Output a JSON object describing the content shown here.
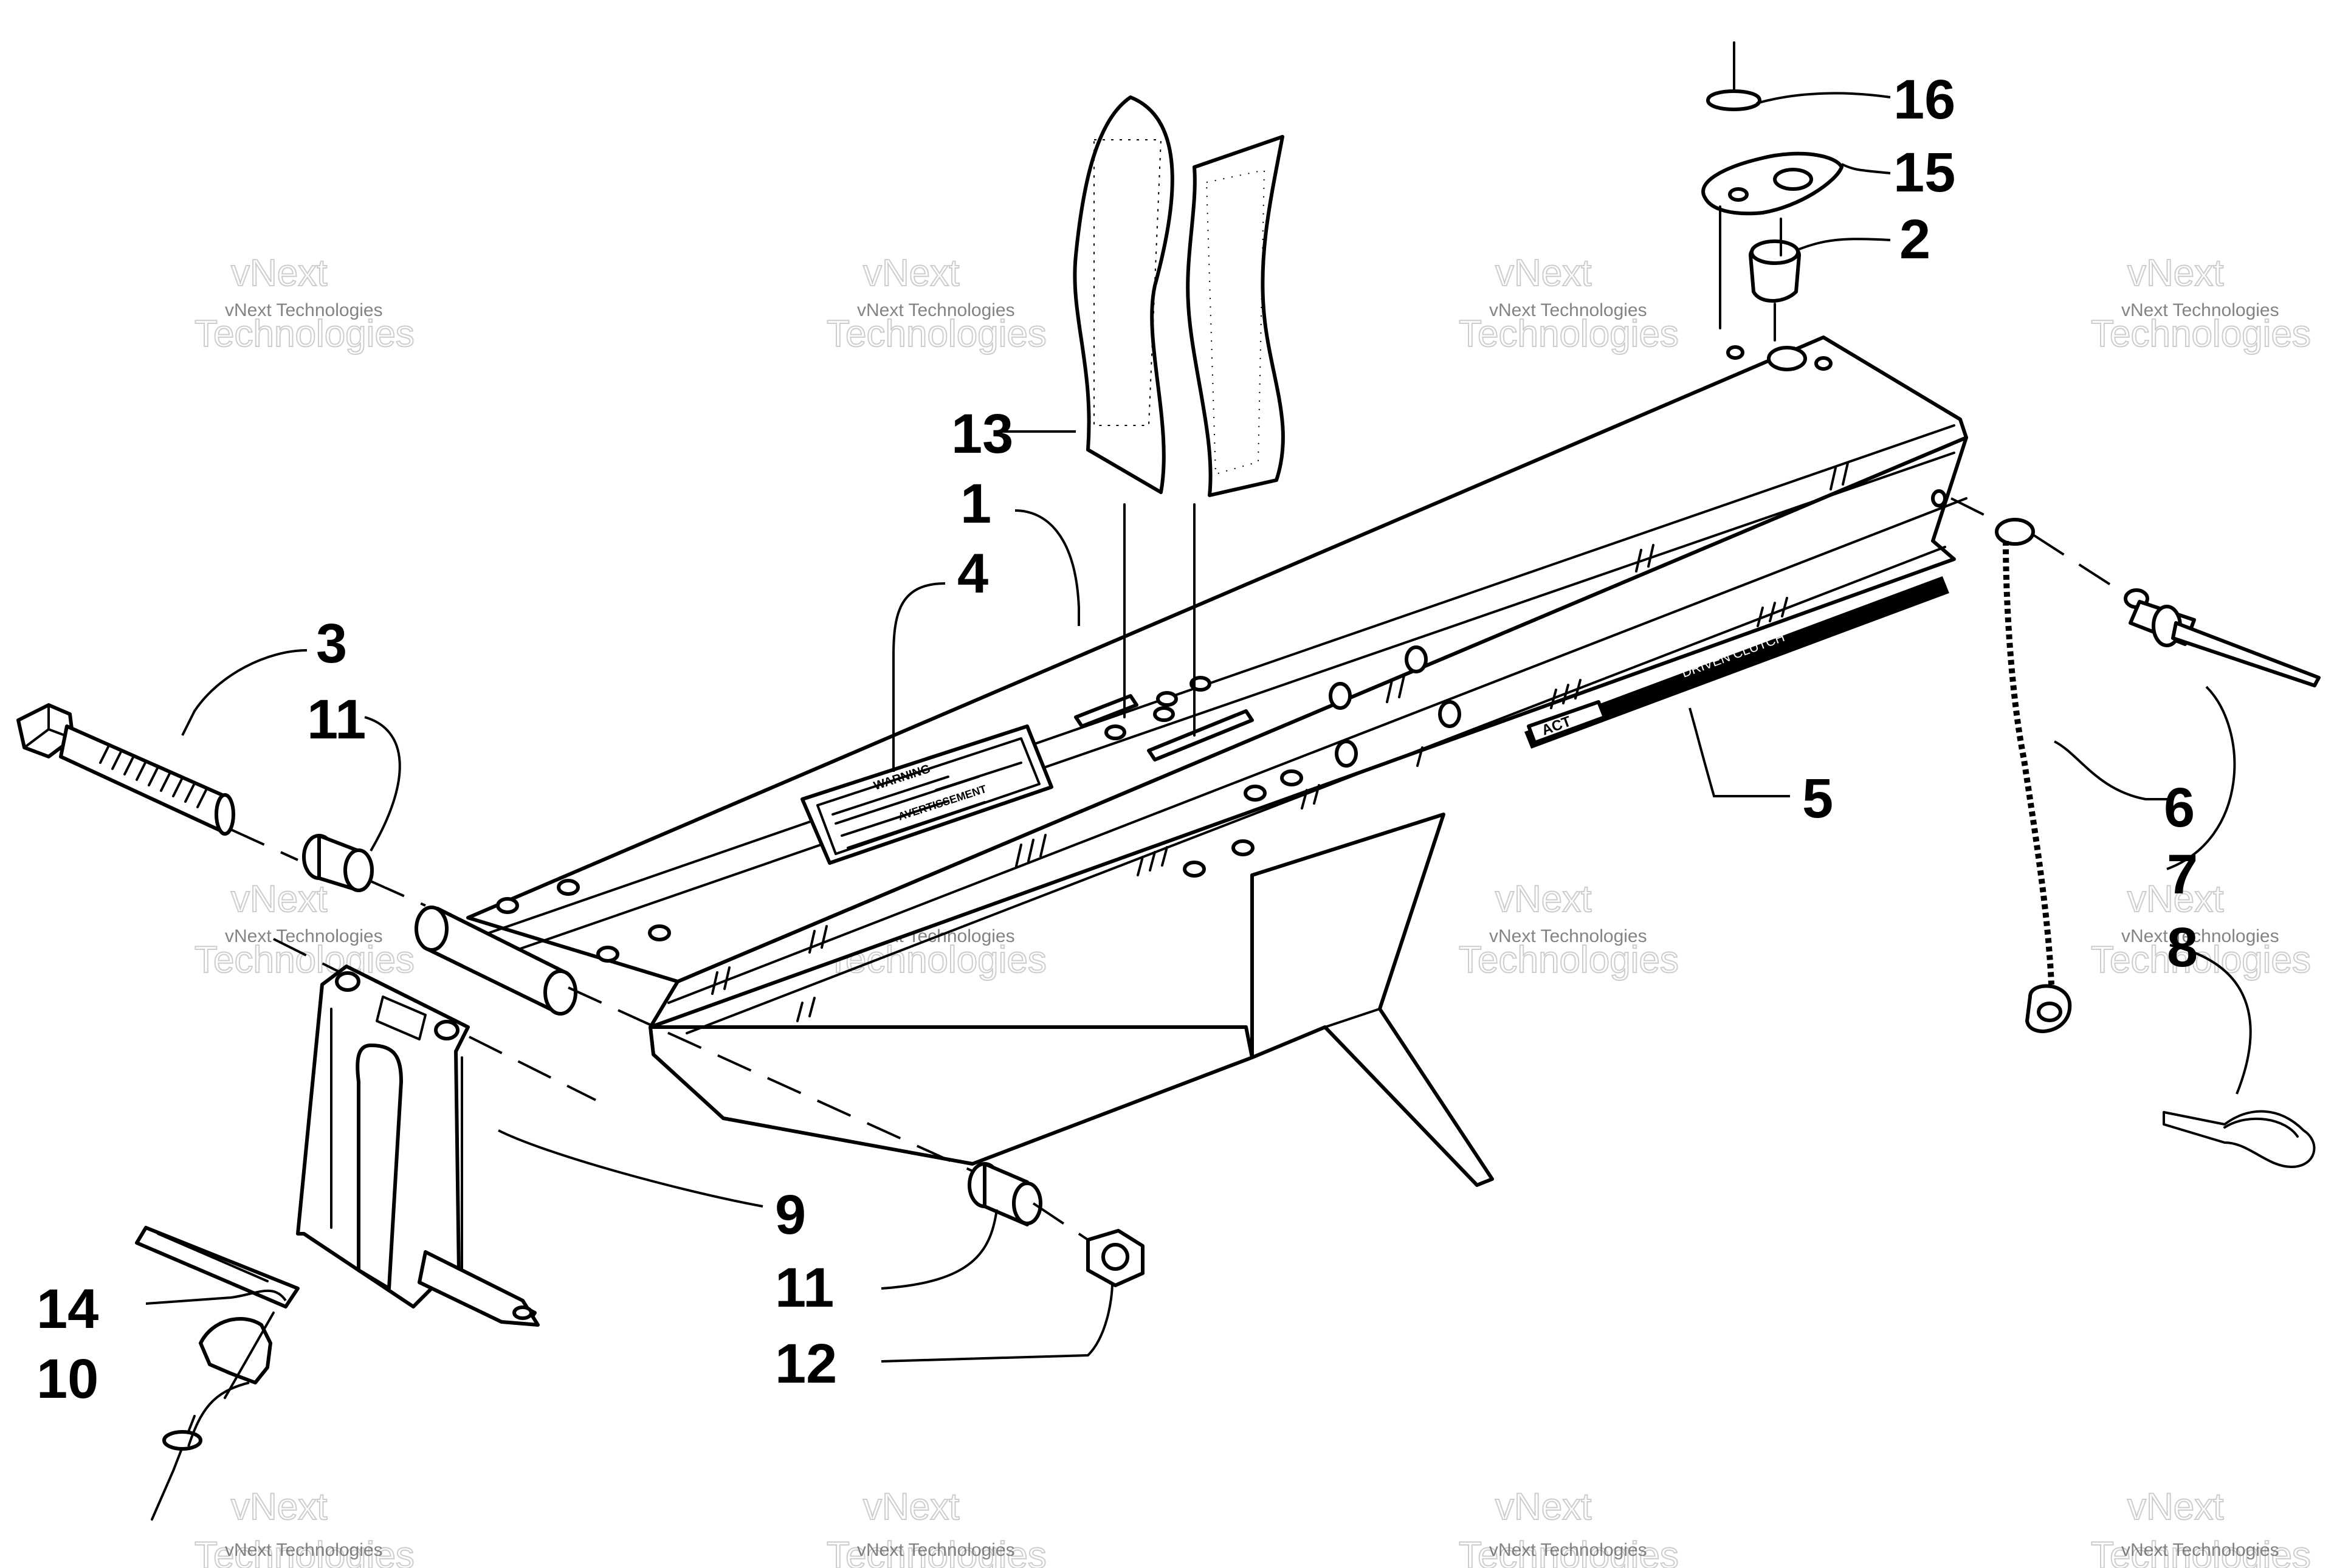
{
  "callouts": {
    "c1": "1",
    "c2": "2",
    "c3": "3",
    "c4": "4",
    "c5": "5",
    "c6": "6",
    "c7": "7",
    "c8": "8",
    "c9": "9",
    "c10": "10",
    "c11a": "11",
    "c11b": "11",
    "c12": "12",
    "c13": "13",
    "c14": "14",
    "c15": "15",
    "c16": "16"
  },
  "watermark": {
    "small": "vNext Technologies",
    "large_top": "vNext",
    "large_bottom": "Technologies"
  },
  "decals": {
    "warning_title": "WARNING",
    "warning_title_fr": "AVERTISSEMENT",
    "shield_text": "ACT",
    "clutch_guard_text": "DRIVEN CLUTCH"
  }
}
